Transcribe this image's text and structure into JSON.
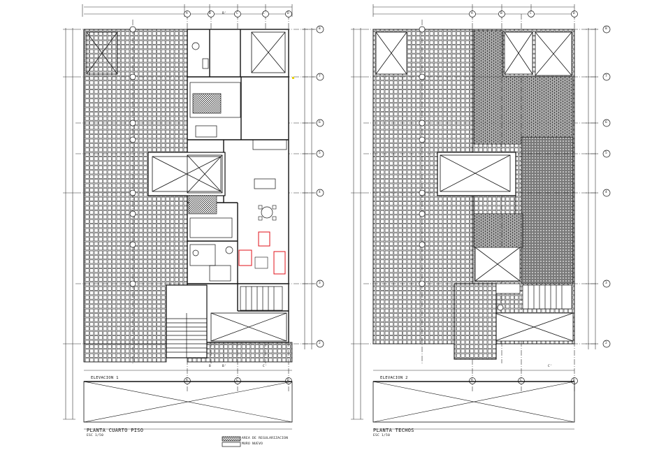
{
  "sheet": {
    "left_plan": {
      "title": "PLANTA CUARTO PISO",
      "scale": "ESC 1/50",
      "elevation_label": "ELEVACION 1",
      "grid_letters_top": [
        "A",
        "B",
        "B'",
        "C",
        "C'",
        "D"
      ],
      "grid_letters_bottom": [
        "A",
        "B",
        "B'",
        "C",
        "C'",
        "D"
      ],
      "grid_numbers_right": [
        "8",
        "7",
        "6",
        "5",
        "4",
        "3",
        "2"
      ]
    },
    "right_plan": {
      "title": "PLANTA TECHOS",
      "scale": "ESC 1/50",
      "elevation_label": "ELEVACION 2",
      "grid_letters_top": [
        "A",
        "B",
        "C",
        "D"
      ],
      "grid_letters_bottom": [
        "A",
        "C",
        "C'",
        "D"
      ],
      "grid_numbers_right": [
        "8",
        "7",
        "6",
        "5",
        "4",
        "3",
        "2"
      ]
    },
    "legend": [
      {
        "symbol": "hatch",
        "text": "AREA DE REGULARIZACION"
      },
      {
        "symbol": "outline",
        "text": "MURO NUEVO"
      }
    ],
    "colors": {
      "line": "#1a1a1a",
      "grid": "#2a2a2a",
      "dimension": "#333333",
      "furniture_accent": "#e0101a",
      "yellow_mark": "#e8d000",
      "background": "#ffffff"
    }
  }
}
